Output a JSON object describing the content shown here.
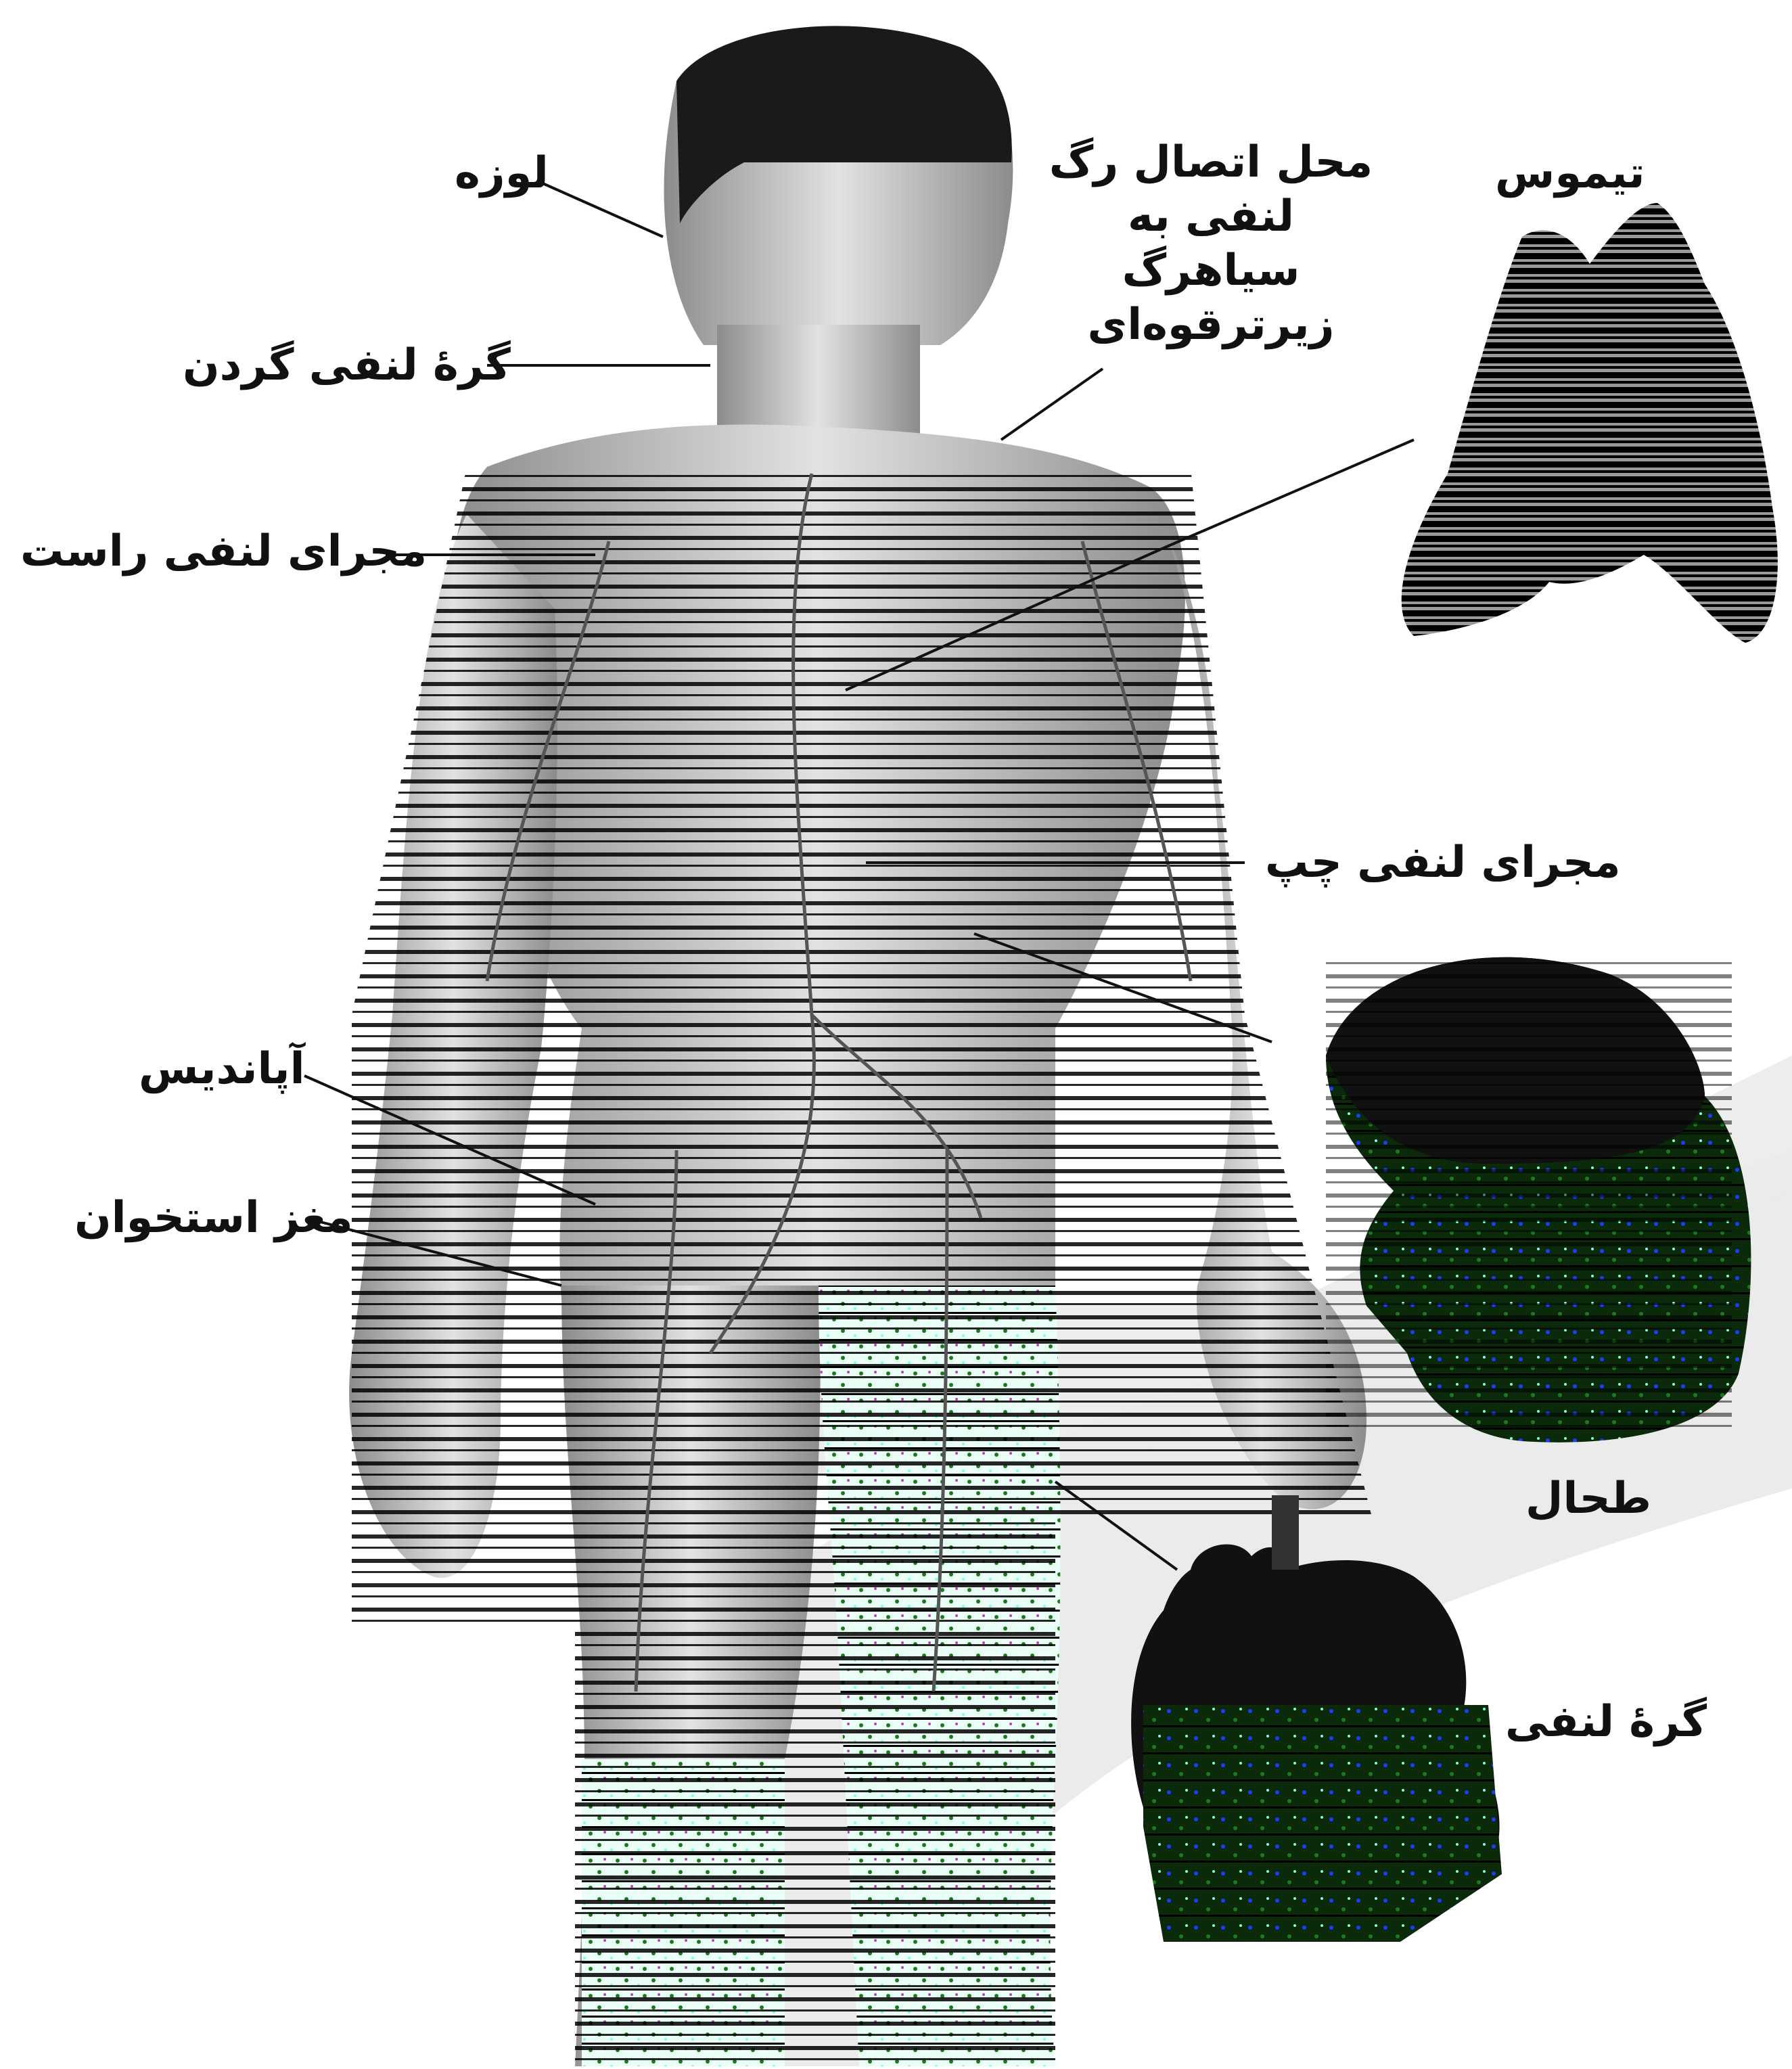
{
  "labels": {
    "tonsil": "لوزه",
    "neck_node": "گرهٔ لنفی گردن",
    "junction_line1": "محل اتصال رگ",
    "junction_line2": "لنفی به سیاهرگ",
    "junction_line3": "زیرترقوه‌ای",
    "thymus": "تیموس",
    "right_duct": "مجرای لنفی راست",
    "left_duct": "مجرای لنفی چپ",
    "appendix": "آپاندیس",
    "bone_marrow": "مغز استخوان",
    "spleen": "طحال",
    "lymph_node": "گرهٔ لنفی"
  },
  "colors": {
    "ink": "#111111",
    "skin_light": "#d9d9d9",
    "skin_mid": "#9a9a9a",
    "stripe": "#000000",
    "noise_green": "#1c7a1c",
    "noise_cyan": "#7fffd4",
    "noise_blue": "#1a3cff",
    "watermark": "#e8e8e8"
  }
}
